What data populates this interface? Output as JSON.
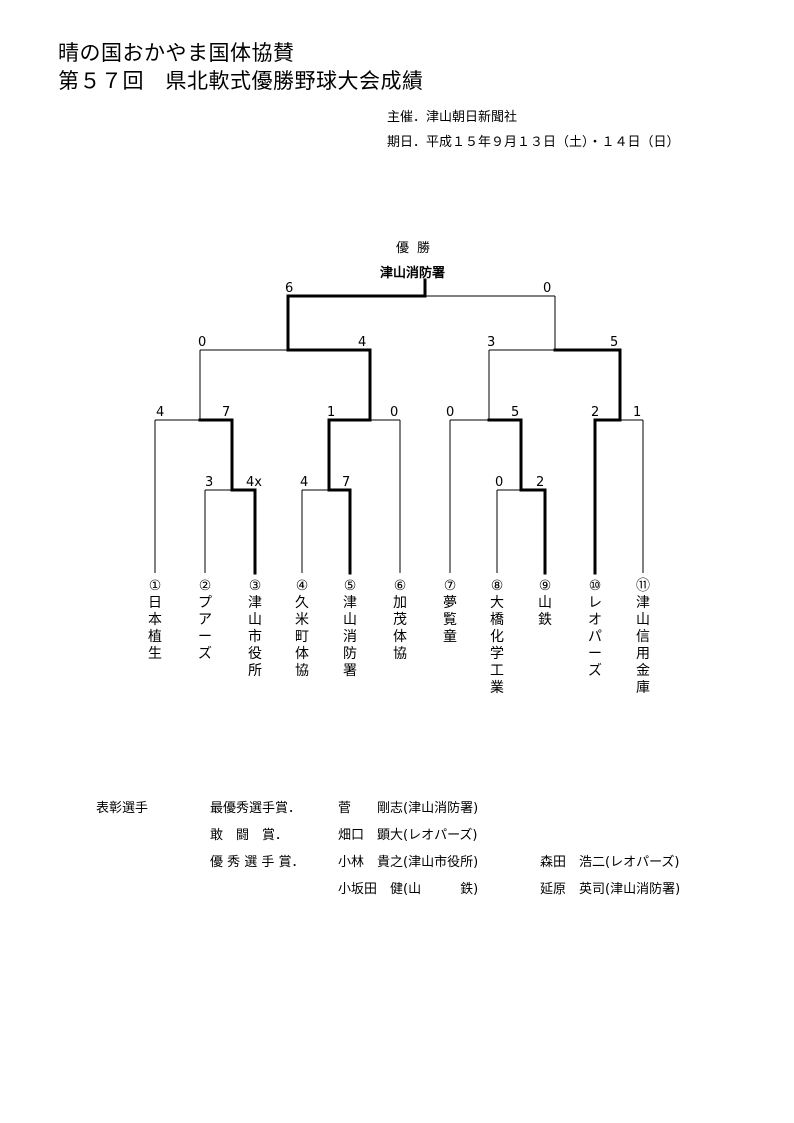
{
  "header": {
    "title_line1": "晴の国おかやま国体協賛",
    "title_line2": "第５７回　県北軟式優勝野球大会成績",
    "organizer": "主催．津山朝日新聞社",
    "dates": "期日．平成１５年９月１３日（土）・１４日（日）"
  },
  "champion": {
    "label": "優勝",
    "team": "津山消防署"
  },
  "teams": [
    {
      "num": "①",
      "name": "日本植生"
    },
    {
      "num": "②",
      "name": "プアーズ"
    },
    {
      "num": "③",
      "name": "津山市役所"
    },
    {
      "num": "④",
      "name": "久米町体協"
    },
    {
      "num": "⑤",
      "name": "津山消防署"
    },
    {
      "num": "⑥",
      "name": "加茂体協"
    },
    {
      "num": "⑦",
      "name": "夢覧童"
    },
    {
      "num": "⑧",
      "name": "大橋化学工業"
    },
    {
      "num": "⑨",
      "name": "山鉄"
    },
    {
      "num": "⑩",
      "name": "レオパーズ"
    },
    {
      "num": "⑪",
      "name": "津山信用金庫"
    }
  ],
  "scores": {
    "final": [
      "6",
      "0"
    ],
    "semi_left": [
      "0",
      "4"
    ],
    "semi_right": [
      "3",
      "5"
    ],
    "qf1": [
      "4",
      "7"
    ],
    "qf2": [
      "1",
      "0"
    ],
    "qf3": [
      "0",
      "5"
    ],
    "qf4": [
      "2",
      "1"
    ],
    "r1_a": [
      "3",
      "4x"
    ],
    "r1_b": [
      "4",
      "7"
    ],
    "r1_c": [
      "0",
      "2"
    ]
  },
  "awards": {
    "heading": "表彰選手",
    "mvp_label": "最優秀選手賞．",
    "mvp_winner": "菅　　剛志(津山消防署)",
    "fighting_label": "敢　闘　賞．",
    "fighting_winner": "畑口　顕大(レオパーズ)",
    "excellent_label": "優 秀 選 手 賞．",
    "excellent_1": "小林　貴之(津山市役所)",
    "excellent_2": "森田　浩二(レオパーズ)",
    "excellent_3": "小坂田　健(山　　　鉄)",
    "excellent_4": "延原　英司(津山消防署)"
  }
}
